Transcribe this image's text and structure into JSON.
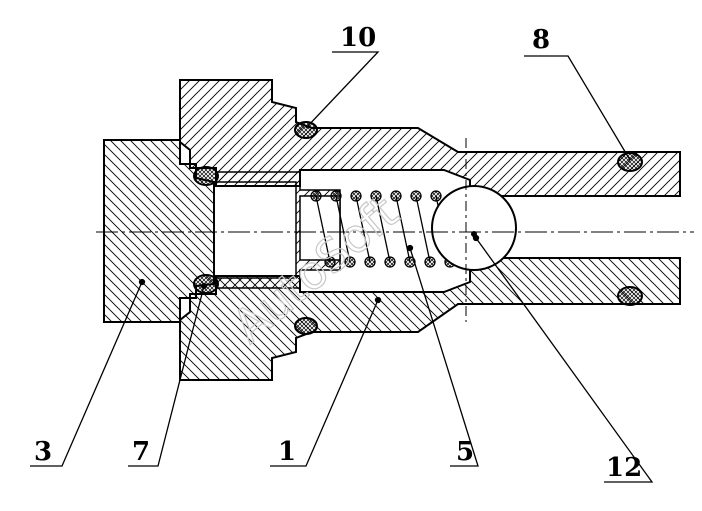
{
  "diagram": {
    "type": "technical-section-drawing",
    "callouts": [
      {
        "id": "3",
        "label": "3"
      },
      {
        "id": "7",
        "label": "7"
      },
      {
        "id": "1",
        "label": "1"
      },
      {
        "id": "5",
        "label": "5"
      },
      {
        "id": "12",
        "label": "12"
      },
      {
        "id": "10",
        "label": "10"
      },
      {
        "id": "8",
        "label": "8"
      }
    ],
    "watermark": "AutoSoft",
    "colors": {
      "line": "#000000",
      "watermark": "#c8c8c8",
      "background": "#ffffff"
    }
  }
}
